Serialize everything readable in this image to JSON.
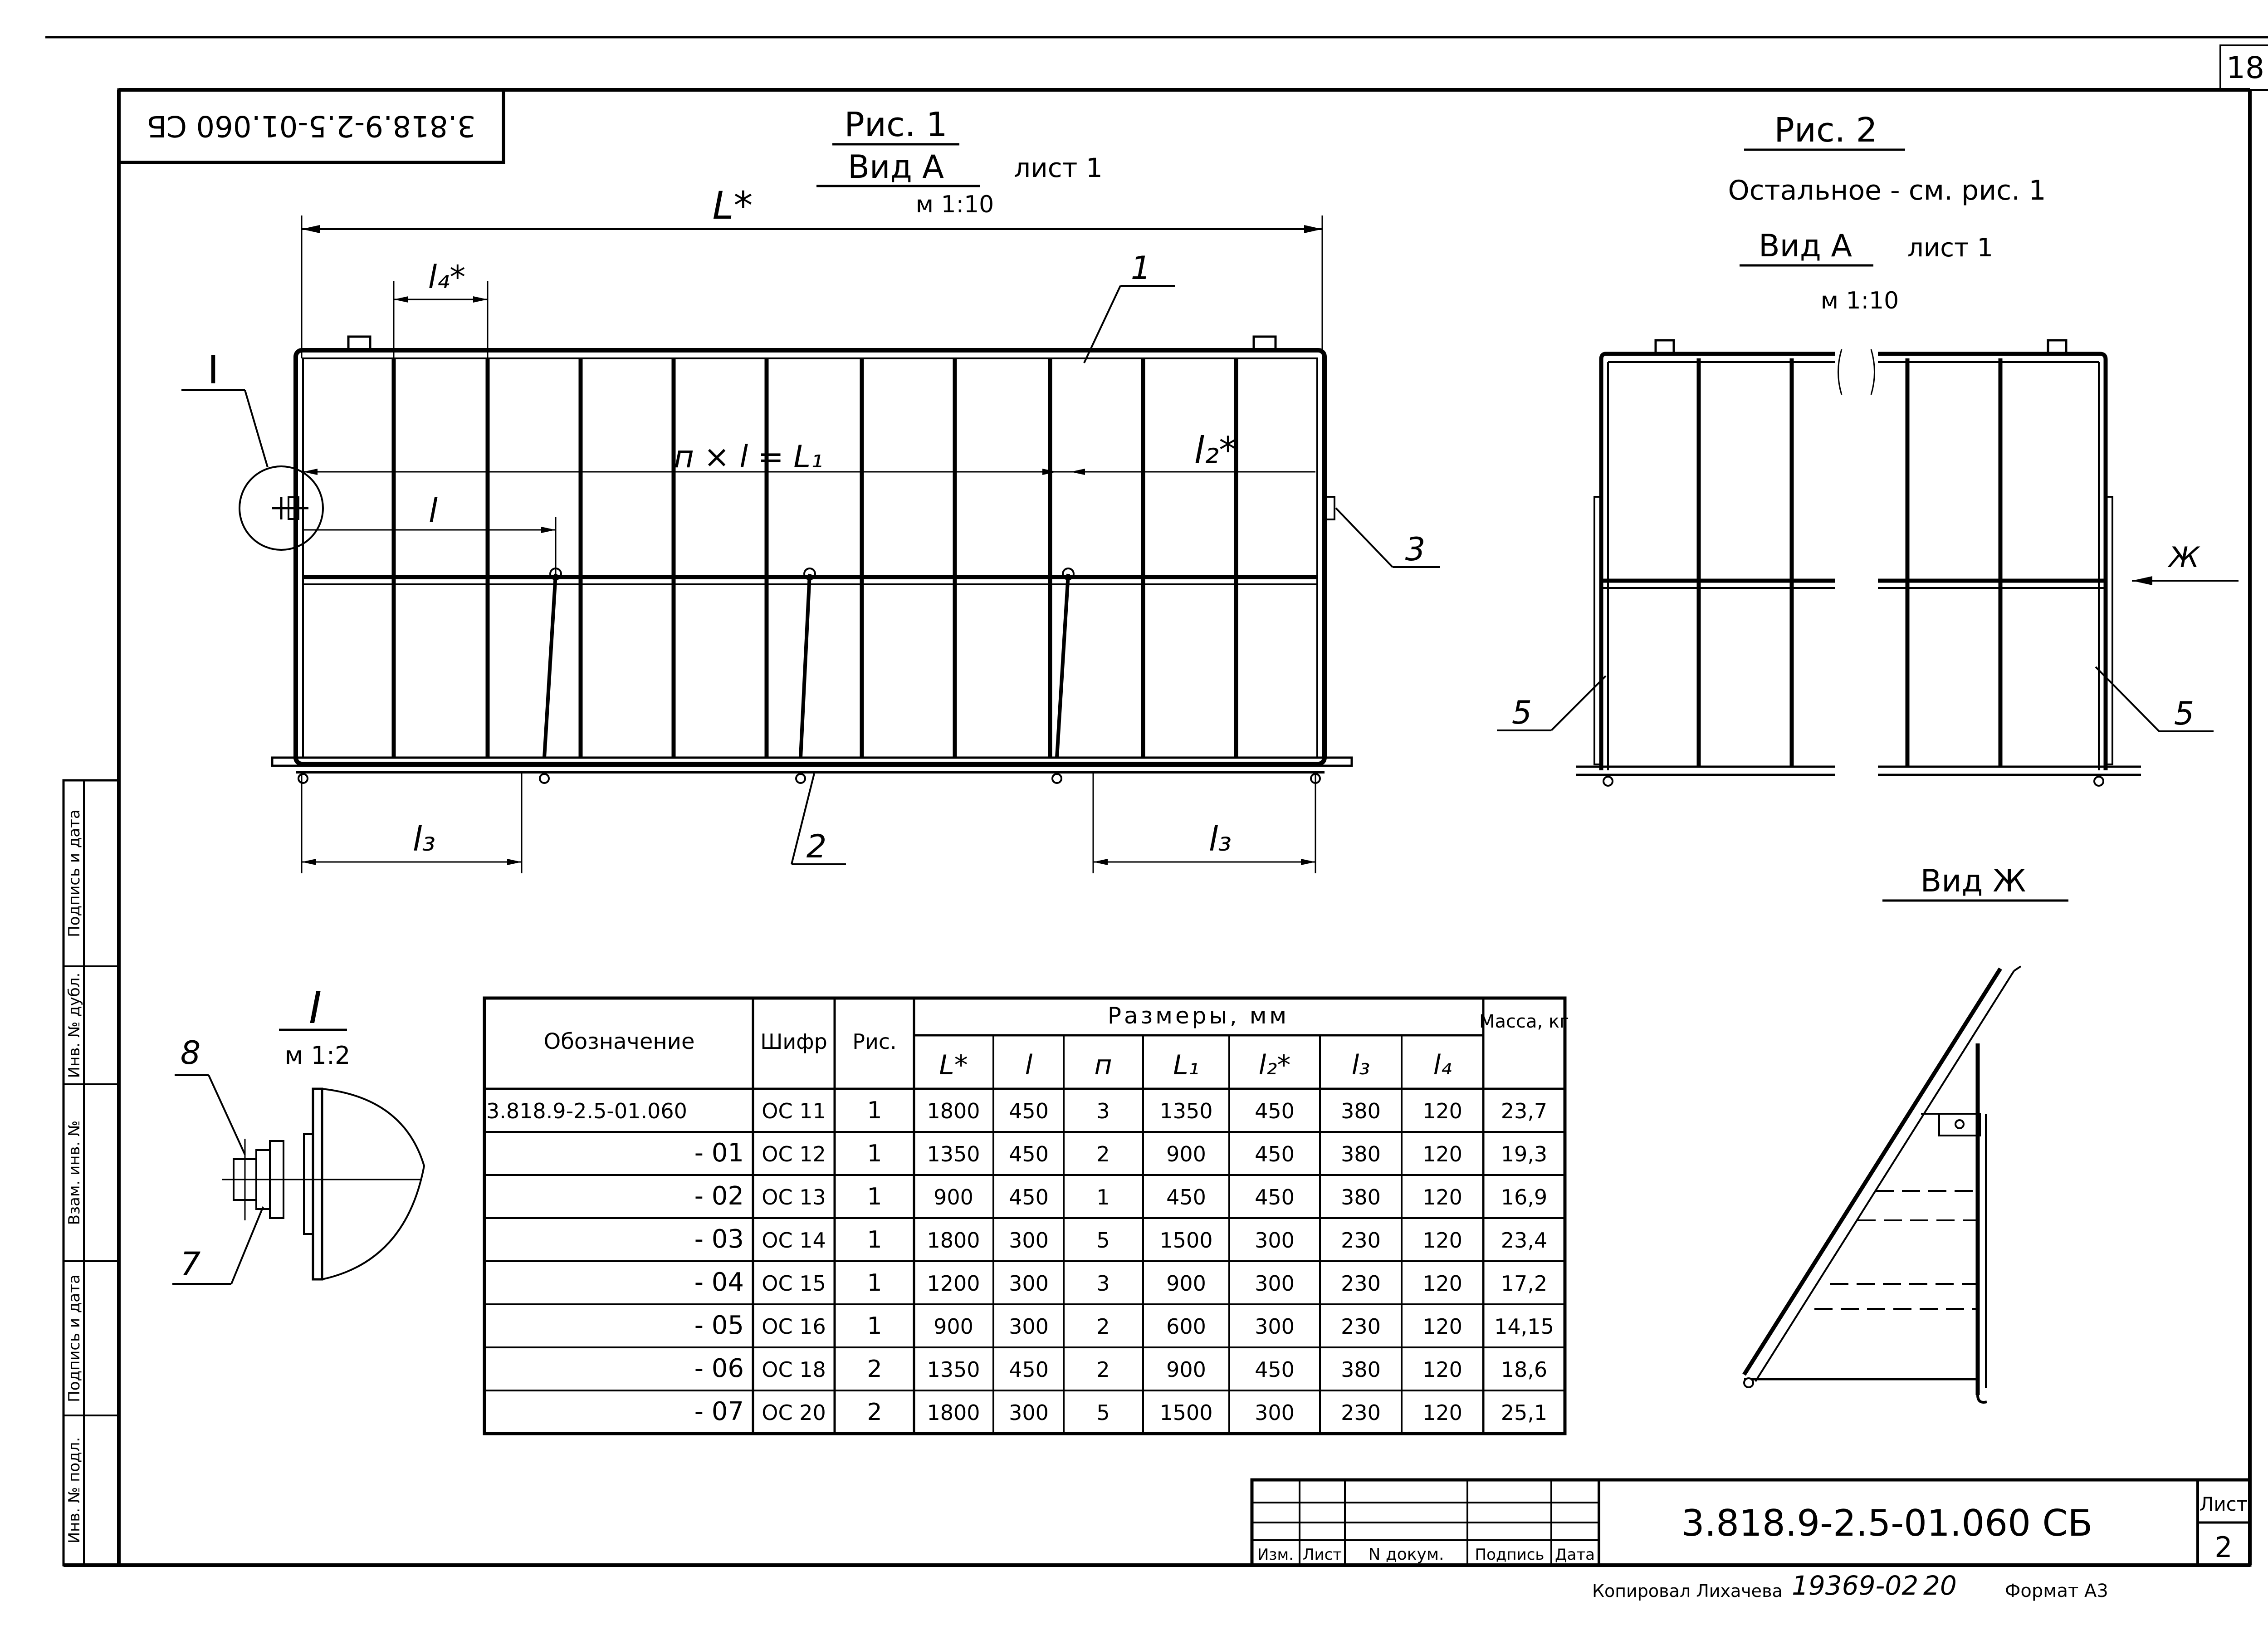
{
  "sheet_number": "18",
  "stamp_rotated": "3.818.9-2.5-01.060 СБ",
  "figure1": {
    "title": "Рис. 1",
    "view": "Вид А",
    "sheet_ref": "лист 1",
    "scale": "м 1:10",
    "dim_L": "L*",
    "dim_l4": "l₄*",
    "dim_formula": "п × l = L₁",
    "dim_l2": "l₂*",
    "dim_l": "l",
    "dim_l3_left": "l₃",
    "dim_l3_right": "l₃",
    "node_label": "I",
    "pos1": "1",
    "pos2": "2",
    "pos3": "3"
  },
  "figure2": {
    "title": "Рис. 2",
    "note": "Остальное - см. рис. 1",
    "view": "Вид А",
    "sheet_ref": "лист 1",
    "scale": "м 1:10",
    "arrow_label": "Ж",
    "pos5_left": "5",
    "pos5_right": "5"
  },
  "view_zh": {
    "title": "Вид Ж"
  },
  "detail": {
    "label": "I",
    "scale": "м 1:2",
    "pos8": "8",
    "pos7": "7"
  },
  "table": {
    "headers": {
      "designation": "Обозначение",
      "code": "Шифр",
      "fig": "Рис.",
      "dims_group": "Размеры, мм",
      "mass": "Масса, кг",
      "dims": [
        "L*",
        "l",
        "п",
        "L₁",
        "l₂*",
        "l₃",
        "l₄"
      ]
    },
    "rows": [
      {
        "designation": "3.818.9-2.5-01.060",
        "code": "ОС 11",
        "fig": "1",
        "L": "1800",
        "l": "450",
        "n": "3",
        "L1": "1350",
        "l2": "450",
        "l3": "380",
        "l4": "120",
        "mass": "23,7"
      },
      {
        "designation": "- 01",
        "code": "ОС 12",
        "fig": "1",
        "L": "1350",
        "l": "450",
        "n": "2",
        "L1": "900",
        "l2": "450",
        "l3": "380",
        "l4": "120",
        "mass": "19,3"
      },
      {
        "designation": "- 02",
        "code": "ОС 13",
        "fig": "1",
        "L": "900",
        "l": "450",
        "n": "1",
        "L1": "450",
        "l2": "450",
        "l3": "380",
        "l4": "120",
        "mass": "16,9"
      },
      {
        "designation": "- 03",
        "code": "ОС 14",
        "fig": "1",
        "L": "1800",
        "l": "300",
        "n": "5",
        "L1": "1500",
        "l2": "300",
        "l3": "230",
        "l4": "120",
        "mass": "23,4"
      },
      {
        "designation": "- 04",
        "code": "ОС 15",
        "fig": "1",
        "L": "1200",
        "l": "300",
        "n": "3",
        "L1": "900",
        "l2": "300",
        "l3": "230",
        "l4": "120",
        "mass": "17,2"
      },
      {
        "designation": "- 05",
        "code": "ОС 16",
        "fig": "1",
        "L": "900",
        "l": "300",
        "n": "2",
        "L1": "600",
        "l2": "300",
        "l3": "230",
        "l4": "120",
        "mass": "14,15"
      },
      {
        "designation": "- 06",
        "code": "ОС 18",
        "fig": "2",
        "L": "1350",
        "l": "450",
        "n": "2",
        "L1": "900",
        "l2": "450",
        "l3": "380",
        "l4": "120",
        "mass": "18,6"
      },
      {
        "designation": "- 07",
        "code": "ОС 20",
        "fig": "2",
        "L": "1800",
        "l": "300",
        "n": "5",
        "L1": "1500",
        "l2": "300",
        "l3": "230",
        "l4": "120",
        "mass": "25,1"
      }
    ]
  },
  "side_stamps": [
    "Подпись и дата",
    "Инв. № дубл.",
    "Взам. инв. №",
    "Подпись и дата",
    "Инв. № подл."
  ],
  "title_block": {
    "code": "3.818.9-2.5-01.060 СБ",
    "cols": [
      "Изм.",
      "Лист",
      "N докум.",
      "Подпись",
      "Дата"
    ],
    "sheet_label": "Лист",
    "sheet_value": "2"
  },
  "footer": {
    "copied": "Копировал Лихачева",
    "order": "19369-02",
    "num": "20",
    "format": "Формат А3"
  }
}
